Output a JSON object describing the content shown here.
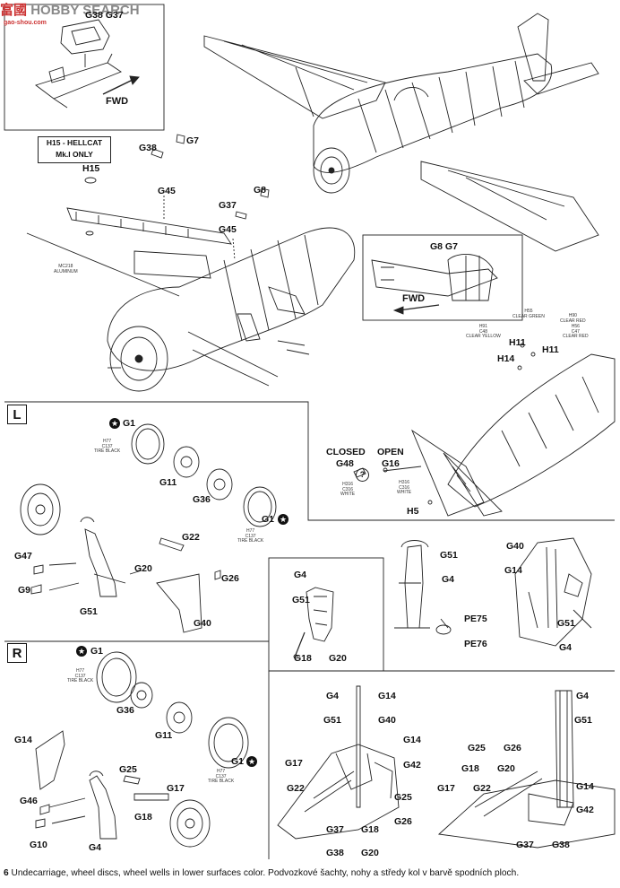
{
  "watermark": {
    "brand_cn": "富國",
    "brand_en": "HOBBY SEARCH",
    "site": "gao-shou.com"
  },
  "page_number": "6",
  "footer_text": "Undecarriage, wheel discs, wheel wells in lower surfaces color.  Podvozkové šachty, nohy a středy kol v barvě spodních ploch.",
  "top_inset": {
    "parts": "G38 G37",
    "direction": "FWD"
  },
  "h15_note": {
    "line1": "H15 - HELLCAT",
    "line2": "Mk.I ONLY"
  },
  "main_labels": {
    "h15": "H15",
    "g38": "G38",
    "g7": "G7",
    "g45a": "G45",
    "g8": "G8",
    "g37": "G37",
    "g45b": "G45",
    "mc218": "MC218\nALUMINUM"
  },
  "tail_inset": {
    "parts": "G8 G7",
    "direction": "FWD"
  },
  "tail_labels": {
    "h11a": "H11",
    "h11b": "H11",
    "h14": "H14",
    "paint_h55": "H55\nCLEAR GREEN",
    "paint_h90": "H90\nCLEAR RED",
    "paint_h91": "H91\nC48\nCLEAR YELLOW",
    "paint_h56": "H56\nC47\nCLEAR RED"
  },
  "light_labels": {
    "closed": "CLOSED",
    "open": "OPEN",
    "g48": "G48",
    "g16": "G16",
    "h5": "H5",
    "h316a": "H316\nC316\nWHITE",
    "h316b": "H316\nC316\nWHITE"
  },
  "section_left": {
    "badge": "L",
    "labels": {
      "g1a": "G1",
      "g11": "G11",
      "g36": "G36",
      "g1b": "G1",
      "g22": "G22",
      "g47": "G47",
      "g9": "G9",
      "g20": "G20",
      "g26": "G26",
      "g51": "G51",
      "g40": "G40"
    },
    "paint_a": "H77\nC137\nTIRE BLACK",
    "paint_b": "H77\nC137\nTIRE BLACK"
  },
  "section_right": {
    "badge": "R",
    "labels": {
      "g1a": "G1",
      "g36": "G36",
      "g11": "G11",
      "g1b": "G1",
      "g14": "G14",
      "g25": "G25",
      "g17": "G17",
      "g46": "G46",
      "g18": "G18",
      "g10": "G10",
      "g4": "G4"
    },
    "paint_a": "H77\nC137\nTIRE BLACK",
    "paint_b": "H77\nC137\nTIRE BLACK"
  },
  "detail_left": {
    "g4": "G4",
    "g51": "G51",
    "g18": "G18",
    "g20": "G20"
  },
  "detail_mid": {
    "g51": "G51",
    "g4": "G4",
    "pe75": "PE75",
    "pe76": "PE76"
  },
  "detail_right": {
    "g40": "G40",
    "g14": "G14",
    "g51": "G51",
    "g4": "G4"
  },
  "bottom_mid": {
    "g4": "G4",
    "g51": "G51",
    "g14": "G14",
    "g40": "G40",
    "g14b": "G14",
    "g42": "G42",
    "g17": "G17",
    "g22": "G22",
    "g25": "G25",
    "g26": "G26",
    "g37": "G37",
    "g38": "G38",
    "g18": "G18",
    "g20": "G20"
  },
  "bottom_right": {
    "g4": "G4",
    "g51": "G51",
    "g25": "G25",
    "g26": "G26",
    "g18": "G18",
    "g20": "G20",
    "g17": "G17",
    "g22": "G22",
    "g14": "G14",
    "g42": "G42",
    "g37": "G37",
    "g38": "G38"
  }
}
